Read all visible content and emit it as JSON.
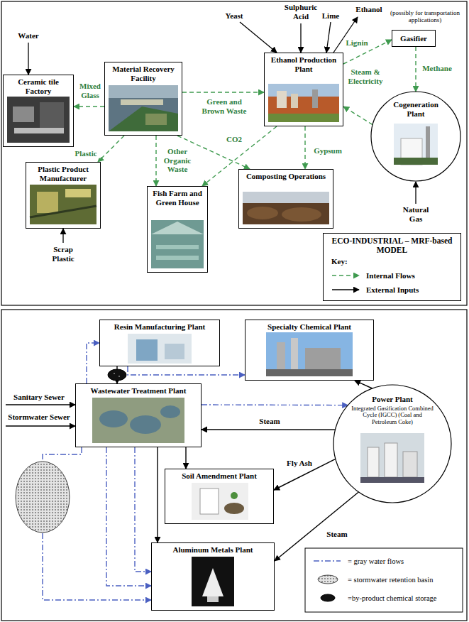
{
  "diagram": {
    "nodes": [
      {
        "text": [
          "Gasifier"
        ]
      },
      {
        "text": [
          "Ethanol Production Plant"
        ]
      },
      {
        "text": [
          "Material Recovery Facility"
        ]
      },
      {
        "text": [
          "Ceramic tile Factory"
        ]
      },
      {
        "text": [
          "Cogeneration Plant"
        ]
      },
      {
        "text": [
          "Plastic Product Manufacturer"
        ]
      },
      {
        "text": [
          "Composting Operations"
        ]
      },
      {
        "text": [
          "Fish Farm and Green House"
        ]
      },
      {
        "text": [
          "ECO-INDUSTRIAL – MRF-based MODEL",
          "Key:"
        ]
      },
      {
        "text": [
          "Resin Manufacturing Plant"
        ]
      },
      {
        "text": [
          "Specialty Chemical Plant"
        ]
      },
      {
        "text": [
          "Wastewater Treatment Plant"
        ]
      },
      {
        "text": [
          "Power Plant",
          "Integrated Gasification Combined Cycle (IGCC) (Coal and Petroleum Coke)"
        ]
      },
      {
        "text": [
          "Soil Amendment Plant"
        ]
      },
      {
        "text": [
          "Aluminum Metals Plant"
        ]
      }
    ],
    "edges": [
      {
        "from": 2,
        "to": 3,
        "arrow": "to",
        "label": "Mixed Glass"
      },
      {
        "from": 2,
        "to": 5,
        "arrow": "to",
        "label": "Plastic"
      },
      {
        "from": 2,
        "to": 7,
        "arrow": "to",
        "label": "Other Organic Waste"
      },
      {
        "from": 2,
        "to": 6,
        "arrow": "to"
      },
      {
        "from": 2,
        "to": 1,
        "arrow": "to",
        "label": "Green and Brown Waste"
      },
      {
        "from": 1,
        "to": 7,
        "arrow": "to",
        "label": "CO2"
      },
      {
        "from": 1,
        "to": 6,
        "arrow": "to",
        "label": "Gypsum"
      },
      {
        "from": 1,
        "to": 0,
        "arrow": "to",
        "label": "Lignin"
      },
      {
        "from": 0,
        "to": 4,
        "arrow": "to",
        "label": "Methane"
      },
      {
        "from": 4,
        "to": 1,
        "arrow": "to",
        "label": "Steam & Electricity"
      },
      {
        "from": 11,
        "to": 9,
        "arrow": "to"
      },
      {
        "from": 9,
        "to": 11,
        "arrow": "to"
      },
      {
        "from": 9,
        "to": 10,
        "arrow": "to"
      },
      {
        "from": 11,
        "to": 12,
        "arrow": "to"
      },
      {
        "from": 12,
        "to": 11,
        "arrow": "to",
        "label": "Steam"
      },
      {
        "from": 12,
        "to": 10,
        "arrow": "to"
      },
      {
        "from": 12,
        "to": 13,
        "arrow": "to",
        "label": "Fly Ash"
      },
      {
        "from": 12,
        "to": 14,
        "arrow": "to",
        "label": "Steam"
      },
      {
        "from": 11,
        "to": 13,
        "arrow": "to"
      },
      {
        "from": 11,
        "to": 14,
        "arrow": "to"
      },
      {
        "from": 11,
        "to": 14,
        "arrow": "to"
      },
      {
        "from": 11,
        "to": 14,
        "arrow": "to"
      },
      {
        "from": 11,
        "to": 14,
        "arrow": "to"
      }
    ],
    "labels": [
      "Water",
      "Yeast",
      "Sulphuric Acid",
      "Lime",
      "Ethanol",
      "(possibly for transportation applications)",
      "Scrap Plastic",
      "Natural Gas",
      "Sanitary Sewer",
      "Stormwater Sewer"
    ],
    "legend": [
      {
        "text": "Internal Flows"
      },
      {
        "text": "External Inputs"
      },
      {
        "text": "= gray water flows"
      },
      {
        "text": "= stormwater retention basin"
      },
      {
        "text": "=by-product chemical storage"
      }
    ]
  }
}
